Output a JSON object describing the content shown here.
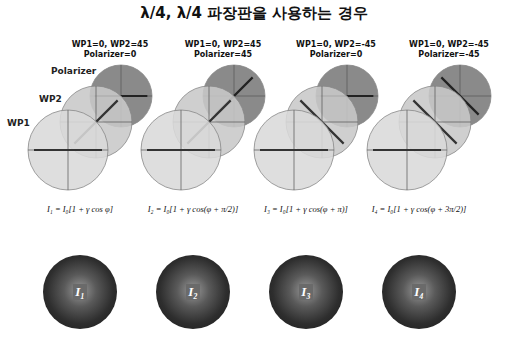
{
  "diagram": {
    "title": "λ/4, λ/4 파장판을 사용하는 경우",
    "nodes": [
      {
        "text": [
          "I₁"
        ]
      },
      {
        "text": [
          "I₂"
        ]
      },
      {
        "text": [
          "I₃"
        ]
      },
      {
        "text": [
          "I₄"
        ]
      }
    ],
    "labels": [
      "WP1=0, WP2=45",
      "Polarizer=0",
      "WP1=0, WP2=45",
      "Polarizer=45",
      "WP1=0, WP2=-45",
      "Polarizer=0",
      "WP1=0, WP2=-45",
      "Polarizer=-45",
      "Polarizer",
      "WP2",
      "WP1",
      "I₁ = I₀[1 + γ cos φ]",
      "I₂ = I₀[1 + γ cos(φ + π/2)]",
      "I₃ = I₀[1 + γ cos(φ + π)]",
      "I₄ = I₀[1 + γ cos(φ + 3π/2)]"
    ]
  }
}
